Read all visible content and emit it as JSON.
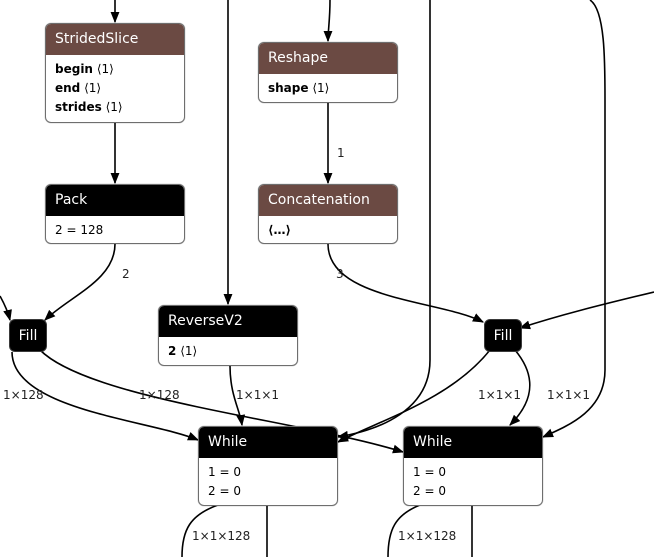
{
  "nodes": {
    "strided_slice": {
      "title": "StridedSlice",
      "attrs": [
        {
          "name": "begin",
          "value": "⟨1⟩"
        },
        {
          "name": "end",
          "value": "⟨1⟩"
        },
        {
          "name": "strides",
          "value": "⟨1⟩"
        }
      ]
    },
    "reshape": {
      "title": "Reshape",
      "attrs": [
        {
          "name": "shape",
          "value": "⟨1⟩"
        }
      ]
    },
    "pack": {
      "title": "Pack",
      "attrs": [
        {
          "name": "",
          "value": "2 = 128"
        }
      ]
    },
    "concatenation": {
      "title": "Concatenation",
      "attrs": [
        {
          "name": "⟨…⟩",
          "value": ""
        }
      ]
    },
    "reverse": {
      "title": "ReverseV2",
      "attrs": [
        {
          "name": "2",
          "value": "⟨1⟩"
        }
      ]
    },
    "fill_left": {
      "title": "Fill"
    },
    "fill_right": {
      "title": "Fill"
    },
    "while_left": {
      "title": "While",
      "attrs": [
        {
          "name": "",
          "value": "1 = 0"
        },
        {
          "name": "",
          "value": "2 = 0"
        }
      ]
    },
    "while_right": {
      "title": "While",
      "attrs": [
        {
          "name": "",
          "value": "1 = 0"
        },
        {
          "name": "",
          "value": "2 = 0"
        }
      ]
    }
  },
  "edge_labels": {
    "reshape_concat": "1",
    "pack_fill": "2",
    "concat_fill": "3",
    "fill_left_out_a": "1×128",
    "fill_left_out_b": "1×128",
    "reverse_while": "1×1×1",
    "fill_right_while": "1×1×1",
    "right_side_while": "1×1×1",
    "while_left_out": "1×1×128",
    "while_right_out": "1×1×128"
  },
  "colors": {
    "layer_header": "#6b4a43",
    "control_header": "#000000",
    "edge": "#000000"
  }
}
